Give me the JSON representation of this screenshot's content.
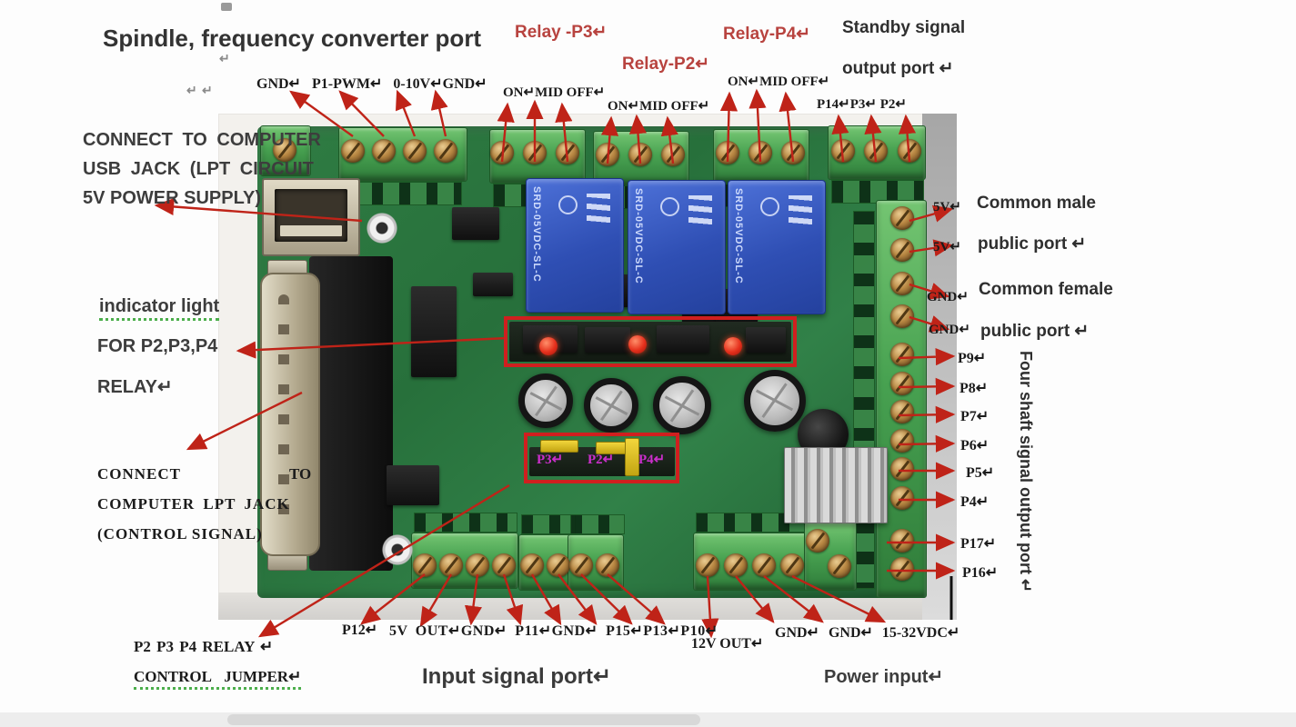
{
  "colors": {
    "annotation_red": "#bf2318",
    "label_red": "#b8433f",
    "pcb_green": "#2e7c42",
    "relay_blue": "#3a57c4",
    "jumper_magenta": "#cb2fcb"
  },
  "top": {
    "spindle_title": "Spindle, frequency converter port",
    "spindle_pins": "GND↵ P1-PWM↵ 0-10V↵GND↵",
    "relay_p3": "Relay -P3↵",
    "relay_p2": "Relay-P2↵",
    "relay_p4": "Relay-P4↵",
    "on_mid_off": "ON↵MID OFF↵",
    "standby_line1": "Standby signal",
    "standby_line2": "output port ↵",
    "p14_p3_p2": "P14↵P3↵ P2↵"
  },
  "left": {
    "usb_line1": "CONNECT TO COMPUTER",
    "usb_line2": "USB JACK (LPT CIRCUIT",
    "usb_line3": "5V POWER SUPPLY)",
    "indicator_line1": "indicator light",
    "indicator_line2": "FOR P2,P3,P4",
    "indicator_line3": "RELAY↵",
    "lpt_word1": "CONNECT",
    "lpt_word2": "TO",
    "lpt_line2": "COMPUTER LPT JACK",
    "lpt_line3": "(CONTROL SIGNAL)",
    "jumper_line1": "P2 P3 P4 RELAY ↵",
    "jumper_line2": "CONTROL JUMPER↵"
  },
  "right": {
    "v5": "5V↵",
    "gnd": "GND↵",
    "common_male_line1": "Common male",
    "common_female_line1": "Common female",
    "public_port": "public port ↵",
    "pins": [
      "P9↵",
      "P8↵",
      "P7↵",
      "P6↵",
      "P5↵",
      "P4↵",
      "P17↵",
      "P16↵"
    ],
    "four_shaft": "Four shaft signal output port ↵"
  },
  "bottom": {
    "p12": "P12↵",
    "input_pins": "5V OUT↵GND↵ P11↵GND↵ P15↵P13↵P10↵",
    "v12_out": "12V OUT↵",
    "power_pins": "GND↵ GND↵ 15-32VDC↵",
    "input_title": "Input signal port↵",
    "power_title": "Power input↵"
  },
  "board": {
    "relay_text": "SRD-05VDC-SL-C",
    "jumper_labels": [
      "P3↵",
      "P2↵",
      "P4↵"
    ]
  },
  "marks": {
    "return_mark": "↵"
  }
}
